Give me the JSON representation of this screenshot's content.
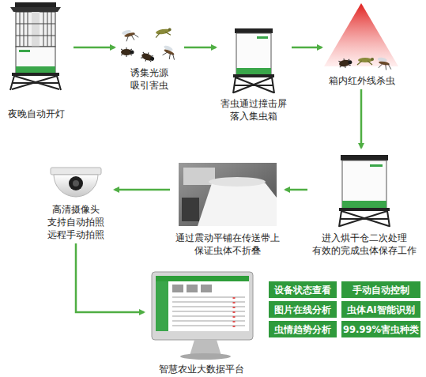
{
  "diagram": {
    "nodes": [
      {
        "text": [
          "夜晚自动开灯"
        ]
      },
      {
        "text": [
          "诱集光源 吸引害虫"
        ]
      },
      {
        "text": [
          "害虫通过撞击屏 落入集虫箱"
        ]
      },
      {
        "text": [
          "箱内红外线杀虫"
        ]
      },
      {
        "text": [
          "进入烘干仓二次处理 有效的完成虫体保存工作"
        ]
      },
      {
        "text": [
          "通过震动平铺在传送带上 保证虫体不折叠"
        ]
      },
      {
        "text": [
          "高清摄像头 支持自动拍照 远程手动拍照"
        ]
      },
      {
        "text": [
          "智慧农业大数据平台"
        ]
      },
      {
        "text": [
          "设备状态查看"
        ]
      },
      {
        "text": [
          "手动自动控制"
        ]
      },
      {
        "text": [
          "图片在线分析"
        ]
      },
      {
        "text": [
          "虫体AI智能识别"
        ]
      },
      {
        "text": [
          "虫情趋势分析"
        ]
      },
      {
        "text": [
          "99.99%害虫种类"
        ]
      }
    ],
    "edges": [
      {
        "from": 0,
        "to": 1,
        "arrow": "to"
      },
      {
        "from": 1,
        "to": 2,
        "arrow": "to"
      },
      {
        "from": 2,
        "to": 3,
        "arrow": "to"
      },
      {
        "from": 3,
        "to": 4,
        "arrow": "to"
      },
      {
        "from": 4,
        "to": 5,
        "arrow": "to"
      },
      {
        "from": 5,
        "to": 6,
        "arrow": "to"
      },
      {
        "from": 6,
        "to": 7,
        "arrow": "to"
      }
    ]
  }
}
